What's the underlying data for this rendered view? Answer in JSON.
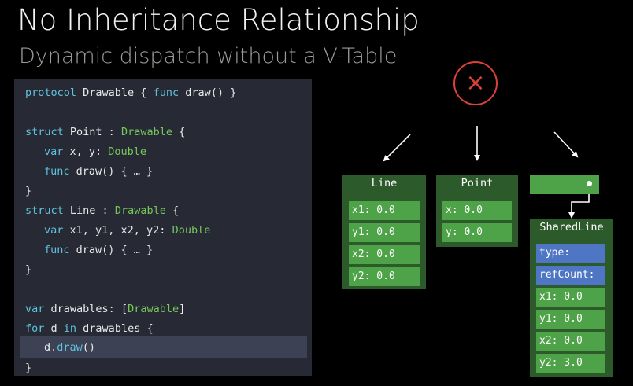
{
  "header": {
    "title": "No Inheritance Relationship",
    "subtitle": "Dynamic dispatch without a V-Table"
  },
  "code": {
    "l1": {
      "kw": "protocol",
      "name": " Drawable { ",
      "fn": "func",
      "rest": " draw() }"
    },
    "l2": {
      "kw": "struct",
      "name": " Point : ",
      "ty": "Drawable",
      "rest": " {"
    },
    "l3": {
      "kw": "var",
      "rest": " x, y: ",
      "ty": "Double"
    },
    "l4": {
      "fn": "func",
      "rest": " draw() { … }"
    },
    "l5": "}",
    "l6": {
      "kw": "struct",
      "name": " Line : ",
      "ty": "Drawable",
      "rest": " {"
    },
    "l7": {
      "kw": "var",
      "rest": " x1, y1, x2, y2: ",
      "ty": "Double"
    },
    "l8": {
      "fn": "func",
      "rest": " draw() { … }"
    },
    "l9": "}",
    "l10": {
      "kw": "var",
      "rest": " drawables: [",
      "ty": "Drawable",
      "end": "]"
    },
    "l11": {
      "kw": "for",
      "rest": " d ",
      "kw2": "in",
      "end": " drawables {"
    },
    "l12": {
      "pre": "d.",
      "fn": "draw",
      "end": "()"
    },
    "l13": "}"
  },
  "diagram": {
    "no_symbol": "×",
    "line_box": {
      "title": "Line",
      "fields": [
        "x1: 0.0",
        "y1: 0.0",
        "x2: 0.0",
        "y2: 0.0"
      ]
    },
    "point_box": {
      "title": "Point",
      "fields": [
        "x: 0.0",
        "y: 0.0"
      ]
    },
    "shared_box": {
      "title": "SharedLine",
      "header_fields": [
        "type:",
        "refCount:"
      ],
      "fields": [
        "x1: 0.0",
        "y1: 0.0",
        "x2: 0.0",
        "y2: 3.0"
      ]
    },
    "colors": {
      "box": "#2d5a2a",
      "field": "#4ea247",
      "header_field": "#4f76c4",
      "cross": "#d9413a"
    }
  }
}
